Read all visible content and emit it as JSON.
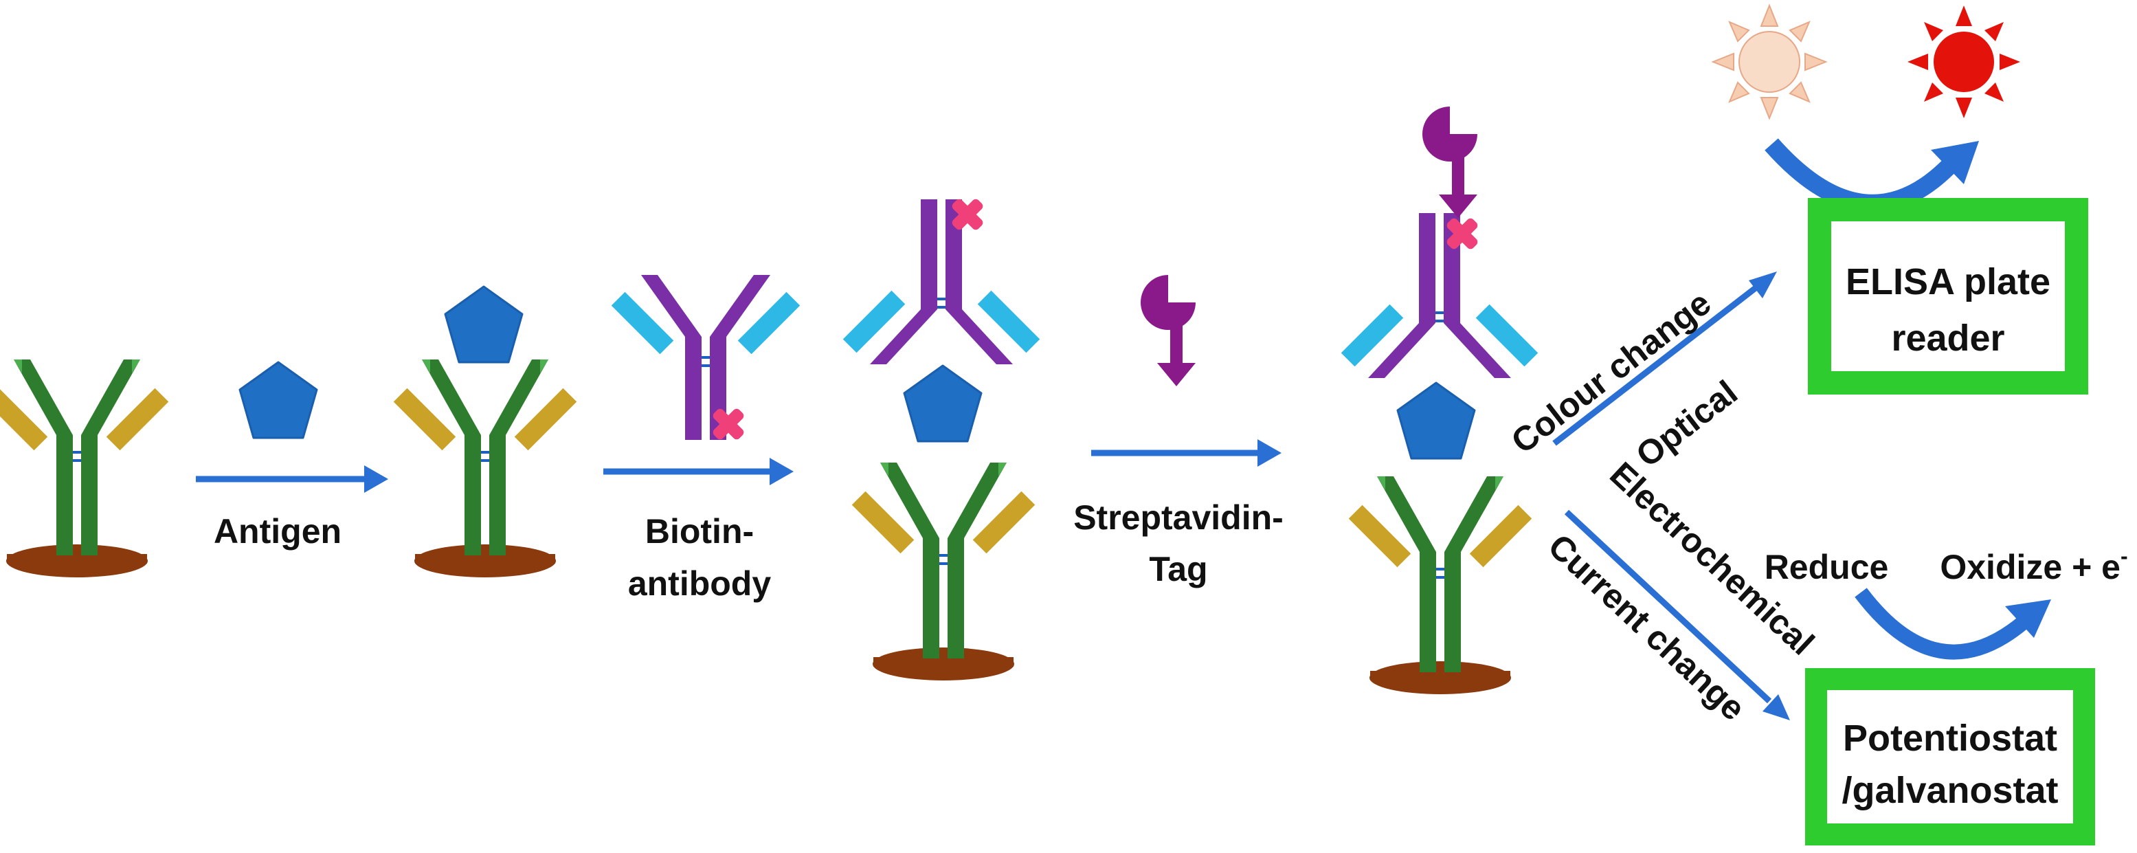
{
  "steps": {
    "antigen": "Antigen",
    "biotin_line1": "Biotin-",
    "biotin_line2": "antibody",
    "strep_line1": "Streptavidin-",
    "strep_line2": "Tag"
  },
  "optical": {
    "branch_label": "Colour change",
    "method_label": "Optical",
    "reader_line1": "ELISA plate",
    "reader_line2": "reader"
  },
  "electrochemical": {
    "branch_label": "Electrochemical",
    "method_label": "Current change",
    "reduce_label": "Reduce",
    "oxidize_label": "Oxidize + e",
    "oxidize_superscript": "-",
    "instrument_line1": "Potentiostat",
    "instrument_line2": "/galvanostat"
  },
  "colors": {
    "capture_antibody": "#2e7d2e",
    "light_chain": "#c9a227",
    "detection_antibody": "#7b2fa6",
    "detection_light_chain": "#2eb8e6",
    "antigen": "#1f6fc5",
    "biotin": "#f0407a",
    "streptavidin": "#8a1a8a",
    "surface": "#8b3a0e",
    "arrow": "#2a6fd4",
    "box_border": "#33cc33"
  }
}
